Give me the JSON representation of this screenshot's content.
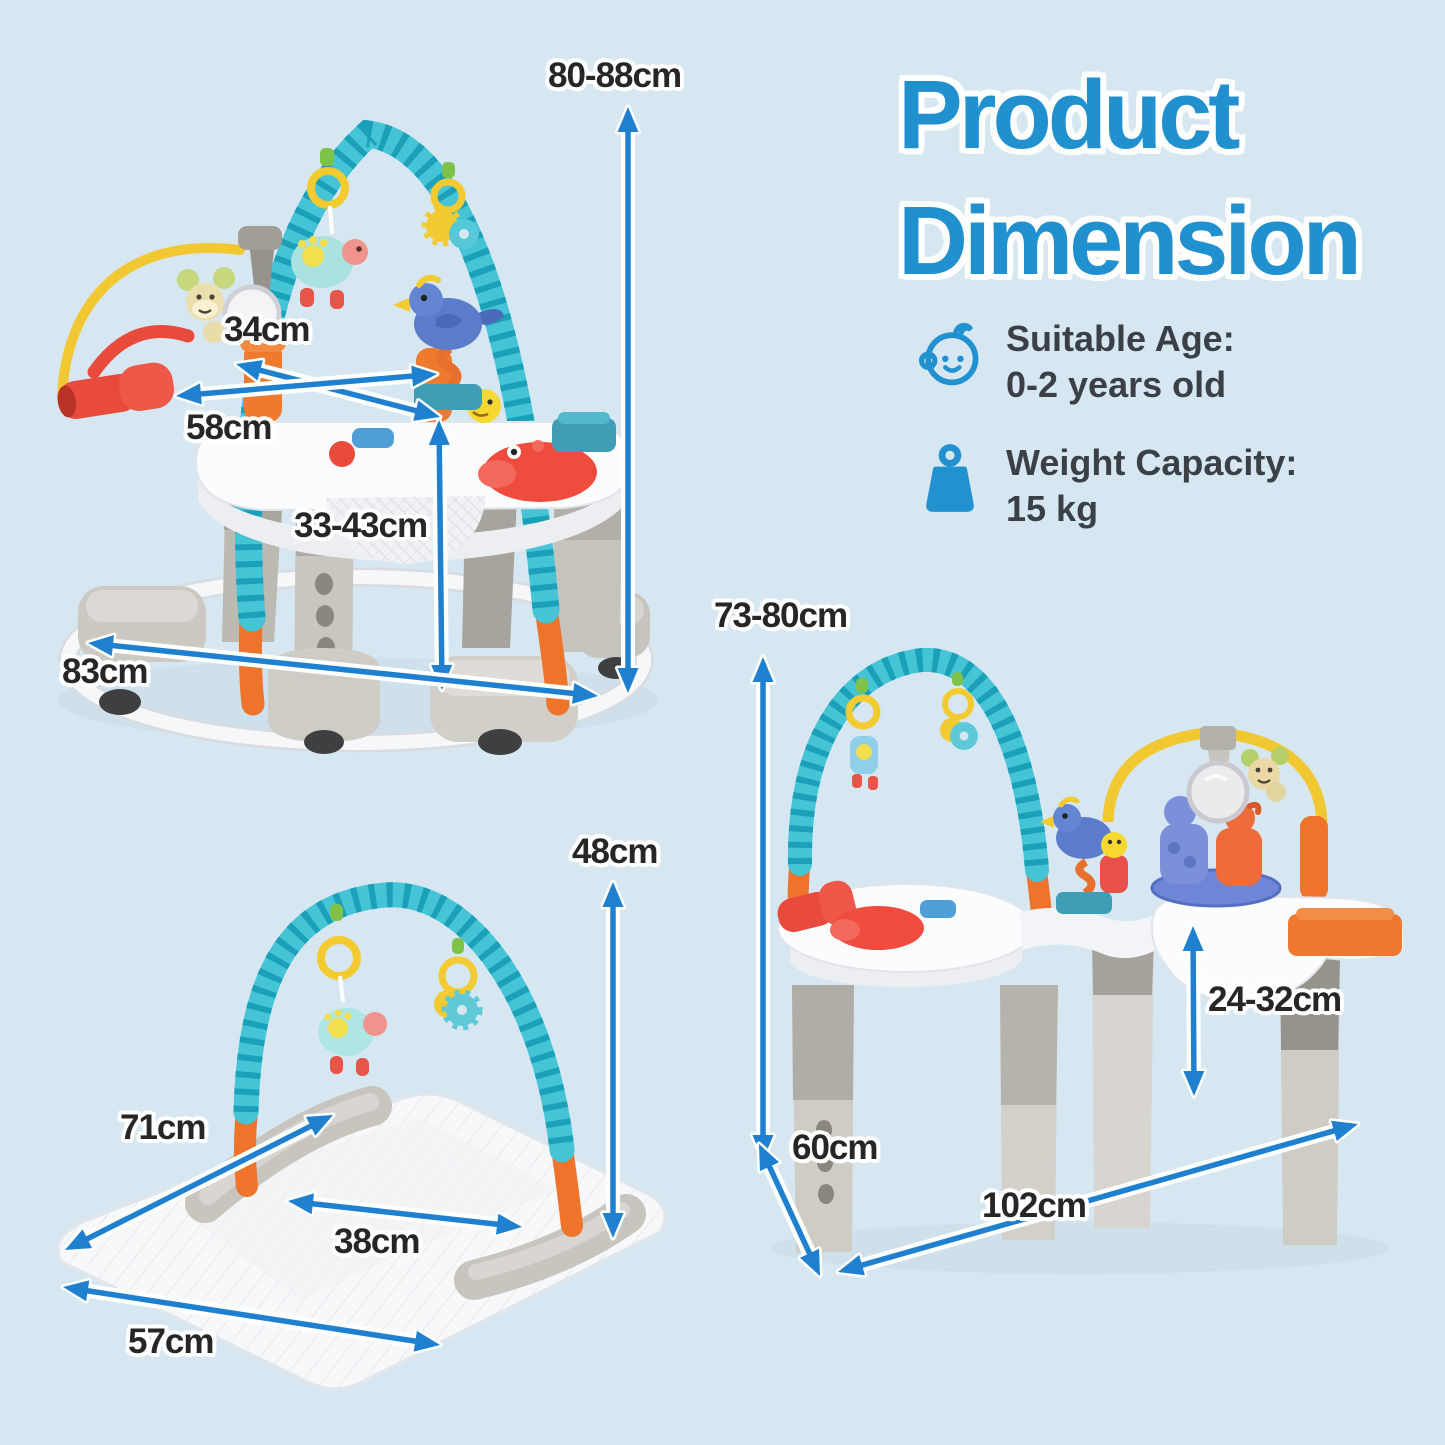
{
  "title": {
    "line1": "Product",
    "line2": "Dimension"
  },
  "specs": [
    {
      "icon": "baby-icon",
      "label": "Suitable Age:",
      "value": "0-2 years old"
    },
    {
      "icon": "weight-icon",
      "label": "Weight Capacity:",
      "value": "15 kg"
    }
  ],
  "products": [
    {
      "id": "activity-center-jumper",
      "dims": {
        "height": "80-88cm",
        "top_width": "34cm",
        "tray_width": "58cm",
        "seat_height": "33-43cm",
        "base_width": "83cm"
      }
    },
    {
      "id": "play-gym-with-mat",
      "dims": {
        "height": "48cm",
        "depth": "71cm",
        "feet_span": "38cm",
        "width": "57cm"
      }
    },
    {
      "id": "activity-table",
      "dims": {
        "height": "73-80cm",
        "leg_height": "24-32cm",
        "depth": "60cm",
        "width": "102cm"
      }
    }
  ],
  "colors": {
    "background": "#d6e7f2",
    "title": "#2190cf",
    "arrow": "#1f80d0",
    "label_text": "#262626",
    "spec_text": "#3a4046",
    "icon_blue": "#2191d0"
  }
}
